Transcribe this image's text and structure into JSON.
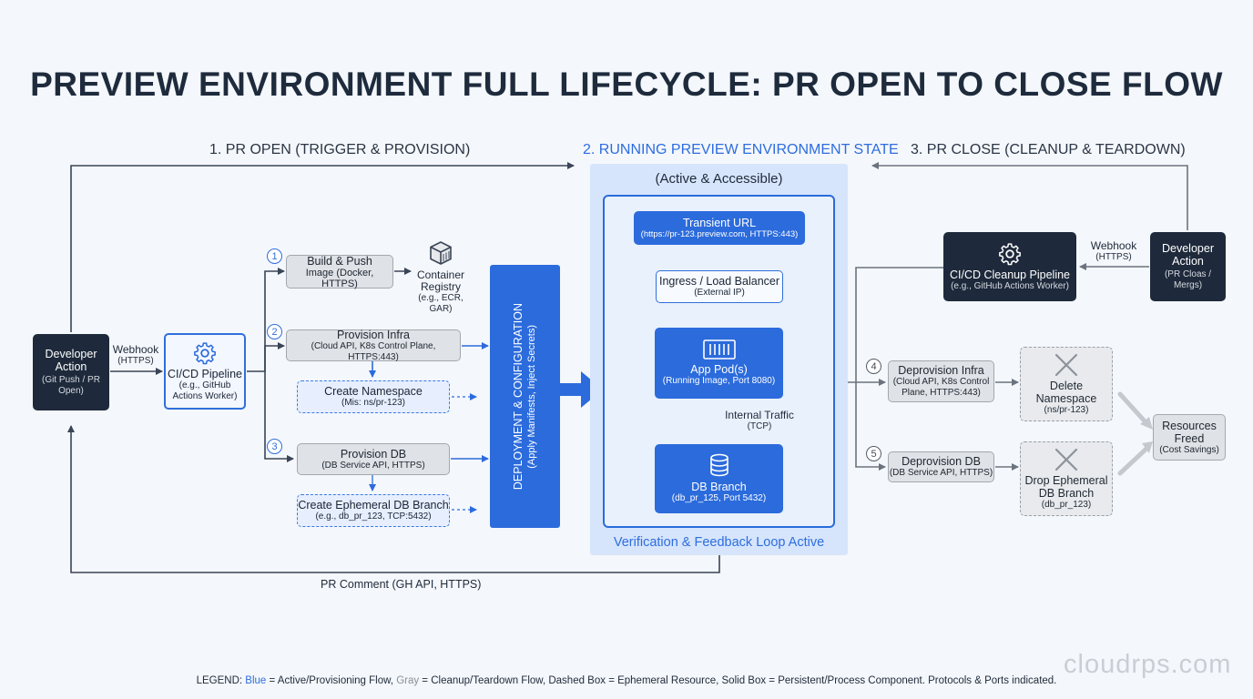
{
  "title": "PREVIEW ENVIRONMENT FULL LIFECYCLE: PR OPEN TO CLOSE FLOW",
  "phases": {
    "open": "1. PR OPEN (TRIGGER & PROVISION)",
    "running": "2. RUNNING PREVIEW ENVIRONMENT STATE",
    "close": "3. PR CLOSE (CLEANUP & TEARDOWN)"
  },
  "running_panel": {
    "status": "(Active & Accessible)",
    "footer": "Verification & Feedback Loop Active"
  },
  "dev_open": {
    "title": "Developer Action",
    "sub": "(Git Push / PR Open)"
  },
  "webhook_left": {
    "title": "Webhook",
    "sub": "(HTTPS)"
  },
  "cicd": {
    "title": "CI/CD Pipeline",
    "sub": "(e.g., GitHub Actions Worker)"
  },
  "steps": {
    "s1": "1",
    "s2": "2",
    "s3": "3",
    "s4": "4",
    "s5": "5"
  },
  "build_push": {
    "title": "Build & Push",
    "sub": "Image (Docker, HTTPS)"
  },
  "registry": {
    "title": "Container Registry",
    "sub": "(e.g., ECR, GAR)"
  },
  "provision_infra": {
    "title": "Provision Infra",
    "sub": "(Cloud API, K8s Control Plane, HTTPS:443)"
  },
  "create_namespace": {
    "title": "Create Namespace",
    "sub": "(Mis: ns/pr-123)"
  },
  "provision_db": {
    "title": "Provision DB",
    "sub": "(DB Service API, HTTPS)"
  },
  "create_db_branch": {
    "title": "Create Ephemeral DB Branch",
    "sub": "(e.g., db_pr_123, TCP:5432)"
  },
  "deploy": {
    "title": "DEPLOYMENT & CONFIGURATION",
    "sub": "(Apply Manifests, Inject Secrets)"
  },
  "transient_url": {
    "title": "Transient URL",
    "sub": "(https://pr-123.preview.com, HTTPS:443)"
  },
  "ingress": {
    "title": "Ingress / Load Balancer",
    "sub": "(External IP)"
  },
  "app_pods": {
    "title": "App Pod(s)",
    "sub": "(Running Image, Port 8080)"
  },
  "internal_traffic": {
    "title": "Internal Traffic",
    "sub": "(TCP)"
  },
  "db_branch": {
    "title": "DB Branch",
    "sub": "(db_pr_125, Port 5432)"
  },
  "pr_comment": "PR Comment (GH API, HTTPS)",
  "cleanup_pipeline": {
    "title": "CI/CD Cleanup Pipeline",
    "sub": "(e.g., GitHub Actions Worker)"
  },
  "webhook_right": {
    "title": "Webhook",
    "sub": "(HTTPS)"
  },
  "dev_close": {
    "title": "Developer Action",
    "sub": "(PR Cloas / Mergs)"
  },
  "deprovision_infra": {
    "title": "Deprovision Infra",
    "sub": "(Cloud API, K8s Control Plane, HTTPS:443)"
  },
  "delete_namespace": {
    "title": "Delete Namespace",
    "sub": "(ns/pr-123)"
  },
  "deprovision_db": {
    "title": "Deprovision DB",
    "sub": "(DB Service API, HTTPS)"
  },
  "drop_db_branch": {
    "title": "Drop Ephemeral DB Branch",
    "sub": "(db_pr_123)"
  },
  "resources_freed": {
    "title": "Resources Freed",
    "sub": "(Cost Savings)"
  },
  "legend": {
    "prefix": "LEGEND: ",
    "blue_word": "Blue",
    "blue_desc": " = Active/Provisioning Flow, ",
    "gray_word": "Gray",
    "rest": " = Cleanup/Teardown Flow, Dashed Box = Ephemeral Resource, Solid Box = Persistent/Process Component. Protocols & Ports indicated."
  },
  "watermark": "cloudrps.com",
  "colors": {
    "blue": "#2b6bdc",
    "dark": "#1e2a3b",
    "gray": "#dfe2e6",
    "line_dark": "#3a4556",
    "line_gray": "#6b737e"
  }
}
